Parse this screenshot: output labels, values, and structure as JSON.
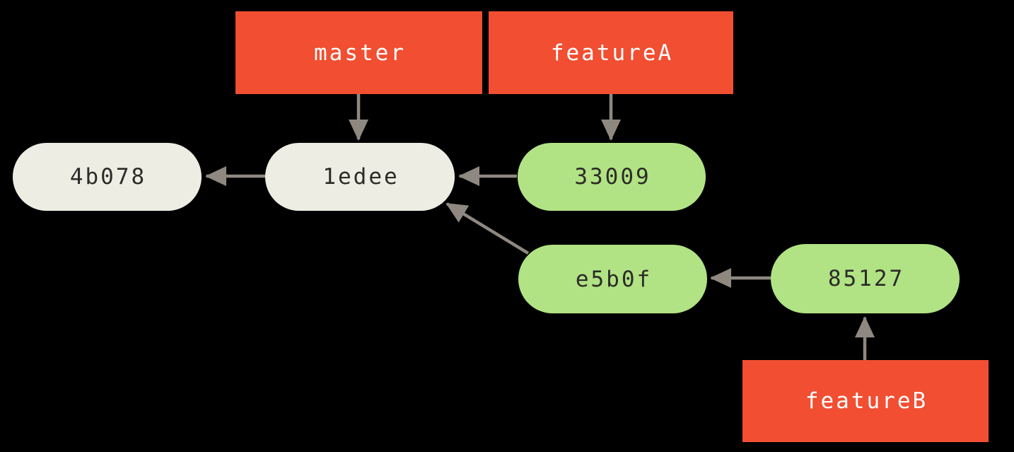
{
  "diagram_title": "git-commit-branch-graph",
  "colors": {
    "bg": "#000000",
    "branch": "#F14E32",
    "branch_text": "#FFFFFF",
    "commit_default": "#EEEDE4",
    "commit_feature": "#B1E385",
    "commit_text": "#2D2B27",
    "arrow": "#8F8880"
  },
  "branches": [
    {
      "label": "master"
    },
    {
      "label": "featureA"
    },
    {
      "label": "featureB"
    }
  ],
  "commits": [
    {
      "label": "4b078",
      "type": "default"
    },
    {
      "label": "1edee",
      "type": "default"
    },
    {
      "label": "33009",
      "type": "feature"
    },
    {
      "label": "e5b0f",
      "type": "feature"
    },
    {
      "label": "85127",
      "type": "feature"
    }
  ],
  "edges": [
    {
      "from": "master",
      "to": "1edee"
    },
    {
      "from": "featureA",
      "to": "33009"
    },
    {
      "from": "33009",
      "to": "1edee"
    },
    {
      "from": "1edee",
      "to": "4b078"
    },
    {
      "from": "e5b0f",
      "to": "1edee"
    },
    {
      "from": "85127",
      "to": "e5b0f"
    },
    {
      "from": "featureB",
      "to": "85127"
    }
  ]
}
